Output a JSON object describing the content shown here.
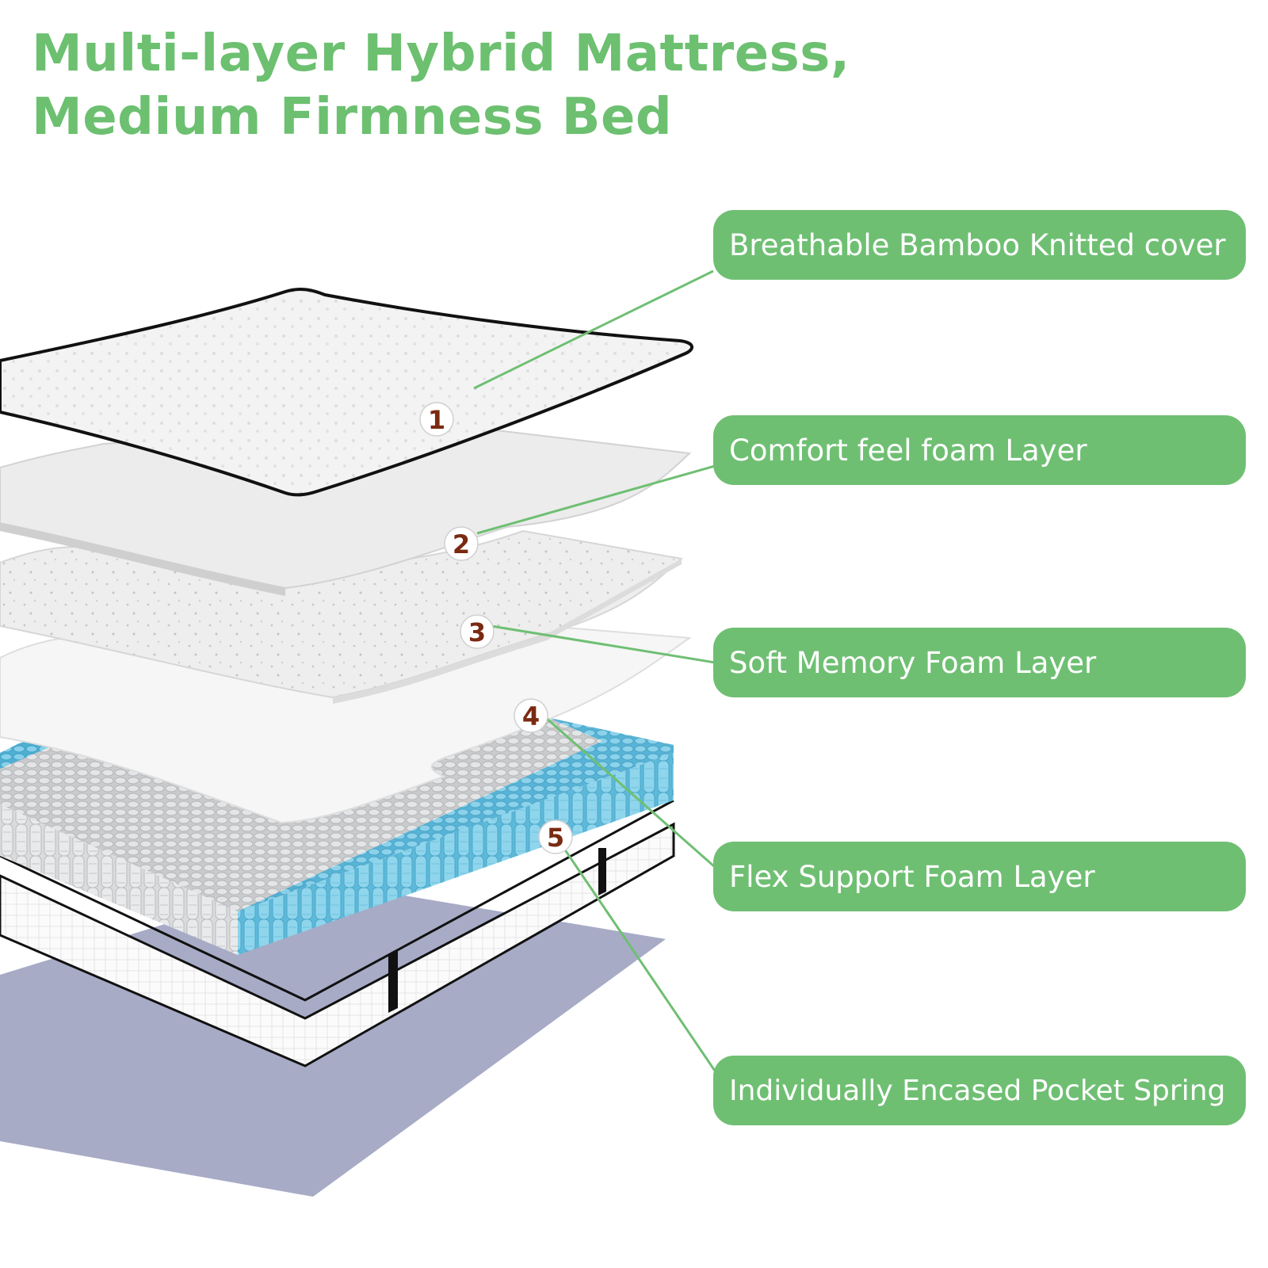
{
  "title": {
    "line1": "Multi-layer Hybrid Mattress,",
    "line2": "Medium Firmness Bed"
  },
  "layers": [
    {
      "number": "1",
      "label": "Breathable Bamboo Knitted cover"
    },
    {
      "number": "2",
      "label": "Comfort feel foam Layer"
    },
    {
      "number": "3",
      "label": "Soft Memory Foam Layer"
    },
    {
      "number": "4",
      "label": "Flex Support Foam Layer"
    },
    {
      "number": "5",
      "label": "Individually Encased Pocket Spring"
    }
  ],
  "colors": {
    "title": "#6cc070",
    "label_background": "#6fbf73",
    "label_text": "#ffffff",
    "leader_line": "#6fbf73",
    "number_text": "#7a2a12",
    "spring_blue": "#7ccde6",
    "spring_grey": "#cfd1d3",
    "base_sheet": "#a7abc6"
  }
}
